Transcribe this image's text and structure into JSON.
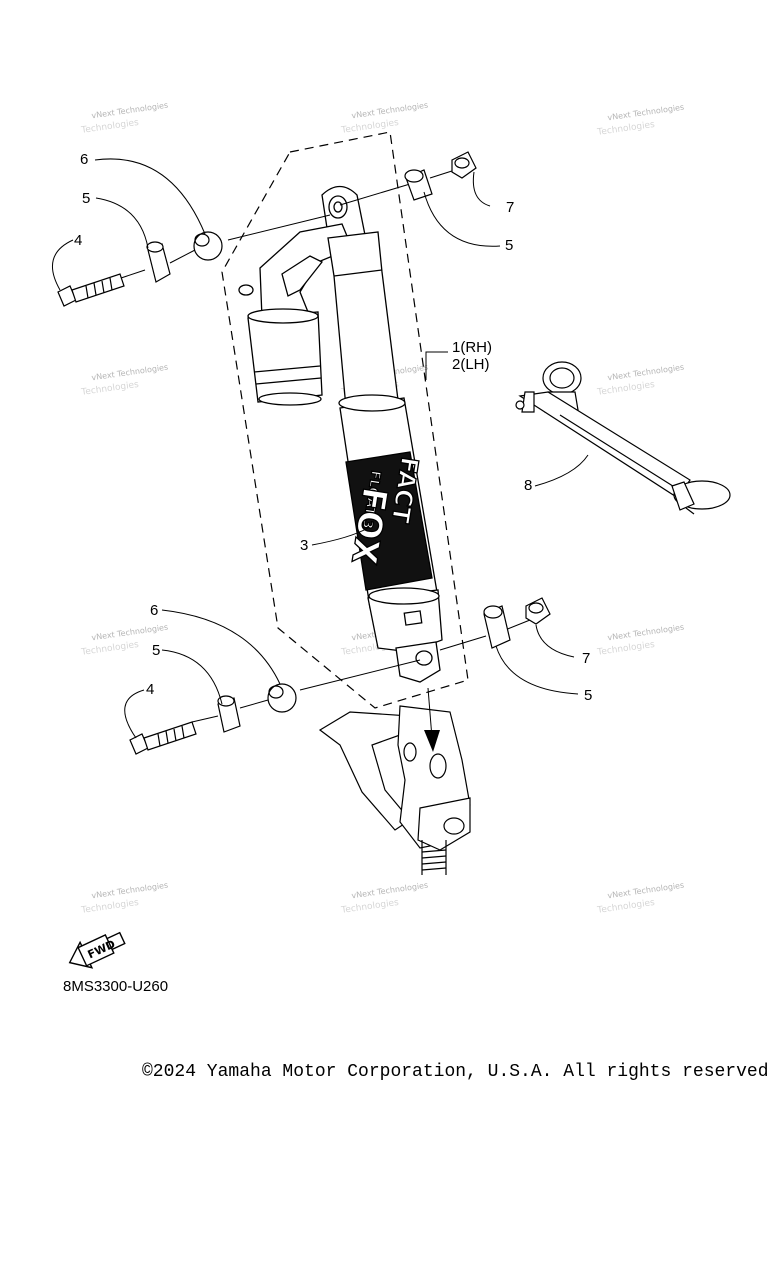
{
  "diagram": {
    "code": "8MS3300-U260",
    "fwd_label": "FWD",
    "copyright": "©2024 Yamaha Motor Corporation, U.S.A. All rights reserved.",
    "watermark": {
      "line1": "vNext Technologies",
      "line2": "Technologies"
    },
    "shock_branding": {
      "top": "FACT",
      "middle": "FLOAT 3",
      "bottom": "FOX"
    },
    "callouts": {
      "rh": "1(RH)",
      "lh": "2(LH)",
      "part_3": "3",
      "part_4_upper": "4",
      "part_4_lower": "4",
      "part_5_upper_left": "5",
      "part_5_upper_right": "5",
      "part_5_lower_left": "5",
      "part_5_lower_right": "5",
      "part_6_upper": "6",
      "part_6_lower": "6",
      "part_7_upper": "7",
      "part_7_lower": "7",
      "part_8": "8"
    }
  }
}
